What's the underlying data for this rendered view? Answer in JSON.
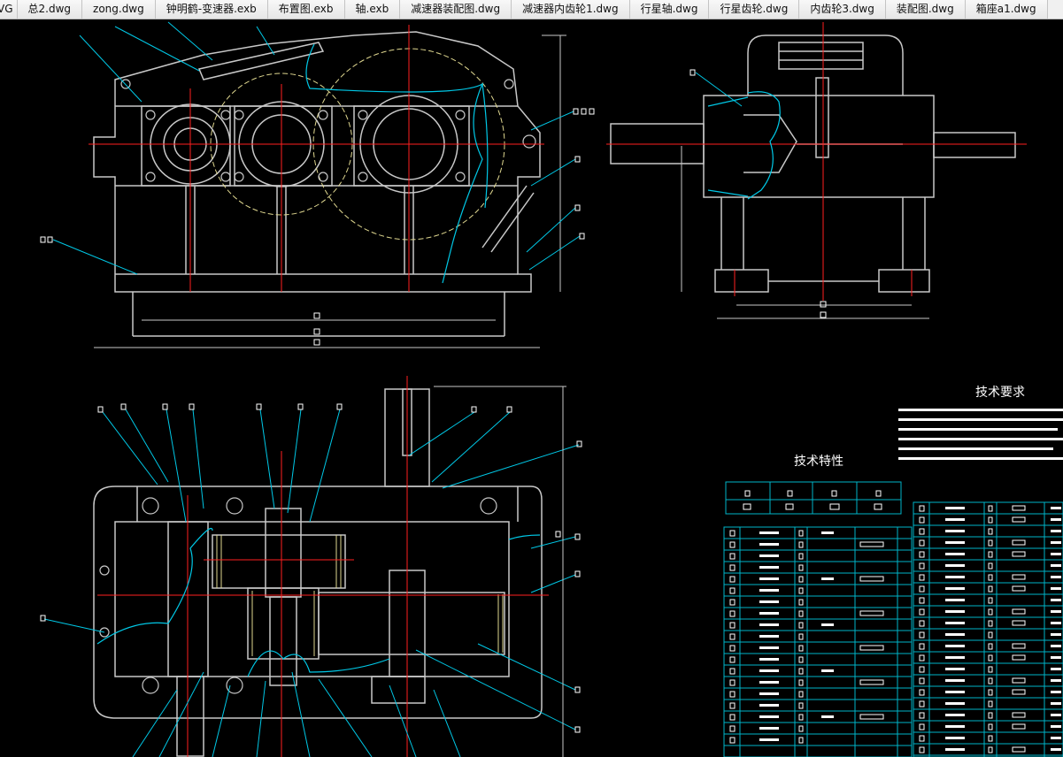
{
  "tabs": [
    {
      "label": "VG"
    },
    {
      "label": "总2.dwg"
    },
    {
      "label": "zong.dwg"
    },
    {
      "label": "钟明鹤-变速器.exb"
    },
    {
      "label": "布置图.exb"
    },
    {
      "label": "轴.exb"
    },
    {
      "label": "减速器装配图.dwg"
    },
    {
      "label": "减速器内齿轮1.dwg"
    },
    {
      "label": "行星轴.dwg"
    },
    {
      "label": "行星齿轮.dwg"
    },
    {
      "label": "内齿轮3.dwg"
    },
    {
      "label": "装配图.dwg"
    },
    {
      "label": "箱座a1.dwg"
    }
  ],
  "drawing": {
    "tech_requirements_title": "技术要求",
    "tech_characteristics_title": "技术特性",
    "colors": {
      "background": "#000000",
      "outline": "#c8c8c8",
      "centerline": "#ff2020",
      "leader": "#00c8e6",
      "gear_circle": "#e0d890",
      "table_line": "#00b4c8",
      "text": "#ffffff"
    }
  }
}
